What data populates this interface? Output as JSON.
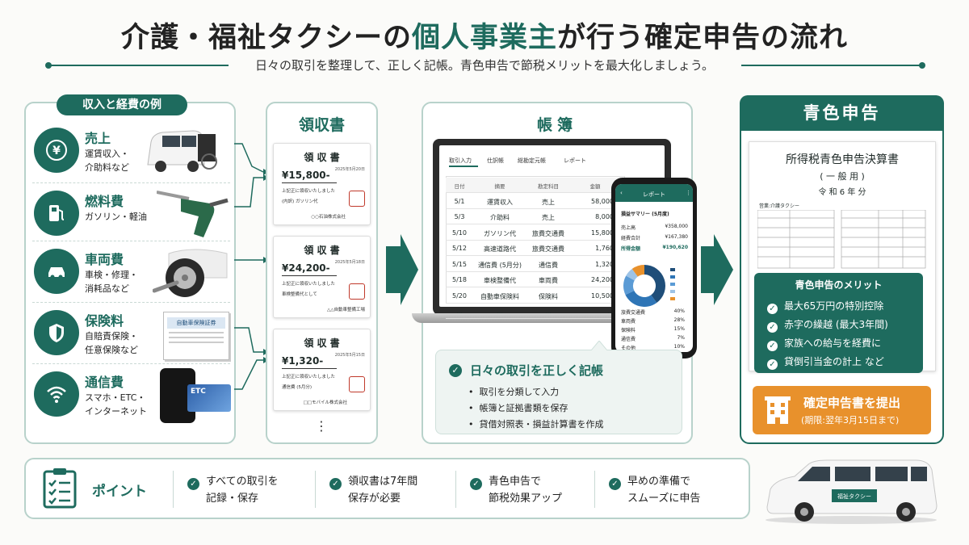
{
  "title": {
    "pre": "介護・福祉タクシーの",
    "highlight": "個人事業主",
    "post": "が行う確定申告の流れ"
  },
  "subtitle": "日々の取引を整理して、正しく記帳。青色申告で節税メリットを最大化しましょう。",
  "colors": {
    "primary": "#1e6b5e",
    "accent": "#e8912c",
    "border": "#b8d2cb"
  },
  "left_panel": {
    "tag": "収入と経費の例",
    "categories": [
      {
        "icon": "yen-icon",
        "name": "売上",
        "desc": "運賃収入・\n介助料など"
      },
      {
        "icon": "fuel-pump-icon",
        "name": "燃料費",
        "desc": "ガソリン・軽油"
      },
      {
        "icon": "car-icon",
        "name": "車両費",
        "desc": "車検・修理・\n消耗品など"
      },
      {
        "icon": "shield-icon",
        "name": "保険料",
        "desc": "自賠責保険・\n任意保険など"
      },
      {
        "icon": "wifi-icon",
        "name": "通信費",
        "desc": "スマホ・ETC・\nインターネット"
      }
    ],
    "insurance_doc": "自動車保険証券",
    "etc_card": "ETC"
  },
  "receipts_panel": {
    "title": "領収書",
    "receipts": [
      {
        "heading": "領 収 書",
        "amount": "¥15,800-",
        "date": "2025年5月20日",
        "line1": "上記正に領収いたしました",
        "line2": "(内訳) ガソリン代",
        "issuer": "○○石油株式会社"
      },
      {
        "heading": "領 収 書",
        "amount": "¥24,200-",
        "date": "2025年5月18日",
        "line1": "上記正に領収いたしました",
        "line2": "車検整備代として",
        "issuer": "△△自動車整備工場"
      },
      {
        "heading": "領 収 書",
        "amount": "¥1,320-",
        "date": "2025年5月15日",
        "line1": "上記正に領収いたしました",
        "line2": "通信費 (5月分)",
        "issuer": "□□モバイル株式会社"
      }
    ],
    "more": "⋮"
  },
  "ledger_panel": {
    "title": "帳簿",
    "tabs": [
      "取引入力",
      "仕訳帳",
      "総勘定元帳",
      "レポート"
    ],
    "table": {
      "headers": [
        "日付",
        "摘要",
        "勘定科目",
        "金額"
      ],
      "rows": [
        [
          "5/1",
          "運賃収入",
          "売上",
          "58,000"
        ],
        [
          "5/3",
          "介助料",
          "売上",
          "8,000"
        ],
        [
          "5/10",
          "ガソリン代",
          "旅費交通費",
          "15,800"
        ],
        [
          "5/12",
          "高速道路代",
          "旅費交通費",
          "1,760"
        ],
        [
          "5/15",
          "通信費 (5月分)",
          "通信費",
          "1,320"
        ],
        [
          "5/18",
          "車検整備代",
          "車両費",
          "24,200"
        ],
        [
          "5/20",
          "自動車保険料",
          "保険料",
          "10,500"
        ],
        [
          "...",
          "...",
          "...",
          "..."
        ]
      ]
    },
    "phone": {
      "header": "レポート",
      "summary_title": "損益サマリー (5月度)",
      "summary": [
        {
          "label": "売上高",
          "value": "¥358,000"
        },
        {
          "label": "経費合計",
          "value": "¥167,380"
        },
        {
          "label": "所得金額",
          "value": "¥190,620"
        }
      ],
      "donut_colors": [
        "#1f4e79",
        "#2e75b6",
        "#5b9bd5",
        "#9dc3e6",
        "#e8912c"
      ],
      "breakdown": [
        {
          "label": "旅費交通費",
          "pct": "40%",
          "value": 40
        },
        {
          "label": "車両費",
          "pct": "28%",
          "value": 28
        },
        {
          "label": "保険料",
          "pct": "15%",
          "value": 15
        },
        {
          "label": "通信費",
          "pct": "7%",
          "value": 7
        },
        {
          "label": "その他",
          "pct": "10%",
          "value": 10
        }
      ]
    },
    "box": {
      "heading": "日々の取引を正しく記帳",
      "bullets": [
        "取引を分類して入力",
        "帳簿と証拠書類を保存",
        "貸借対照表・損益計算書を作成"
      ]
    }
  },
  "blue_panel": {
    "title": "青色申告",
    "form_title": "所得税青色申告決算書",
    "form_sub": "( 一 般 用 )",
    "form_year": "令 和 6 年 分",
    "form_name": "営業:介護タクシー",
    "merits_title": "青色申告のメリット",
    "merits": [
      "最大65万円の特別控除",
      "赤字の繰越 (最大3年間)",
      "家族への給与を経費に",
      "貸倒引当金の計上 など"
    ],
    "submit_title": "確定申告書を提出",
    "submit_sub": "(期限:翌年3月15日まで)"
  },
  "points": {
    "label": "ポイント",
    "items": [
      "すべての取引を\n記録・保存",
      "領収書は7年間\n保存が必要",
      "青色申告で\n節税効果アップ",
      "早めの準備で\nスムーズに申告"
    ]
  },
  "taxi_label": "福祉タクシー"
}
